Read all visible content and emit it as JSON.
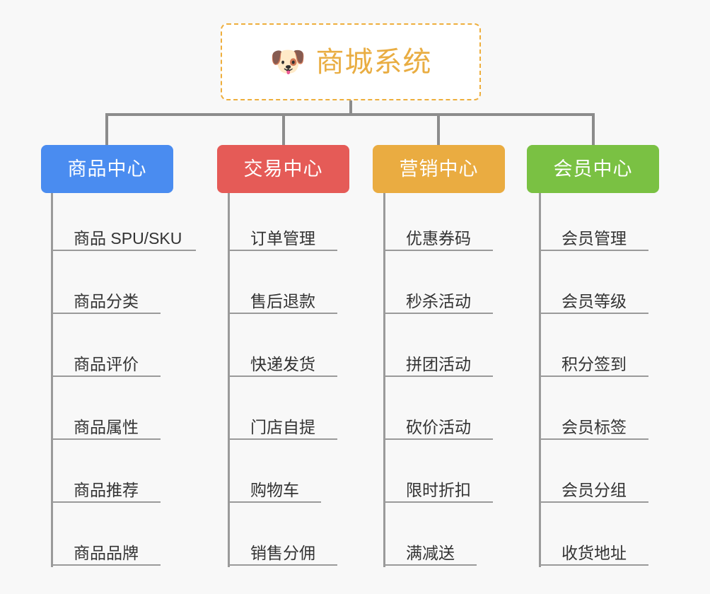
{
  "diagram": {
    "type": "organization-tree",
    "background_color": "#f8f8f8",
    "connector_color": "#8c8c8c",
    "root": {
      "icon": "shiba-dog-face-icon",
      "icon_glyph": "🐶",
      "title": "商城系统",
      "title_color": "#e9ad42",
      "border_color": "#eeae3c",
      "border_style": "dashed",
      "fill_color": "#ffffff"
    },
    "categories": [
      {
        "label": "商品中心",
        "color": "#4a8cf0",
        "items": [
          "商品 SPU/SKU",
          "商品分类",
          "商品评价",
          "商品属性",
          "商品推荐",
          "商品品牌"
        ]
      },
      {
        "label": "交易中心",
        "color": "#e55b57",
        "items": [
          "订单管理",
          "售后退款",
          "快递发货",
          "门店自提",
          "购物车",
          "销售分佣"
        ]
      },
      {
        "label": "营销中心",
        "color": "#eaac41",
        "items": [
          "优惠券码",
          "秒杀活动",
          "拼团活动",
          "砍价活动",
          "限时折扣",
          "满减送"
        ]
      },
      {
        "label": "会员中心",
        "color": "#7ac143",
        "items": [
          "会员管理",
          "会员等级",
          "积分签到",
          "会员标签",
          "会员分组",
          "收货地址"
        ]
      }
    ]
  }
}
